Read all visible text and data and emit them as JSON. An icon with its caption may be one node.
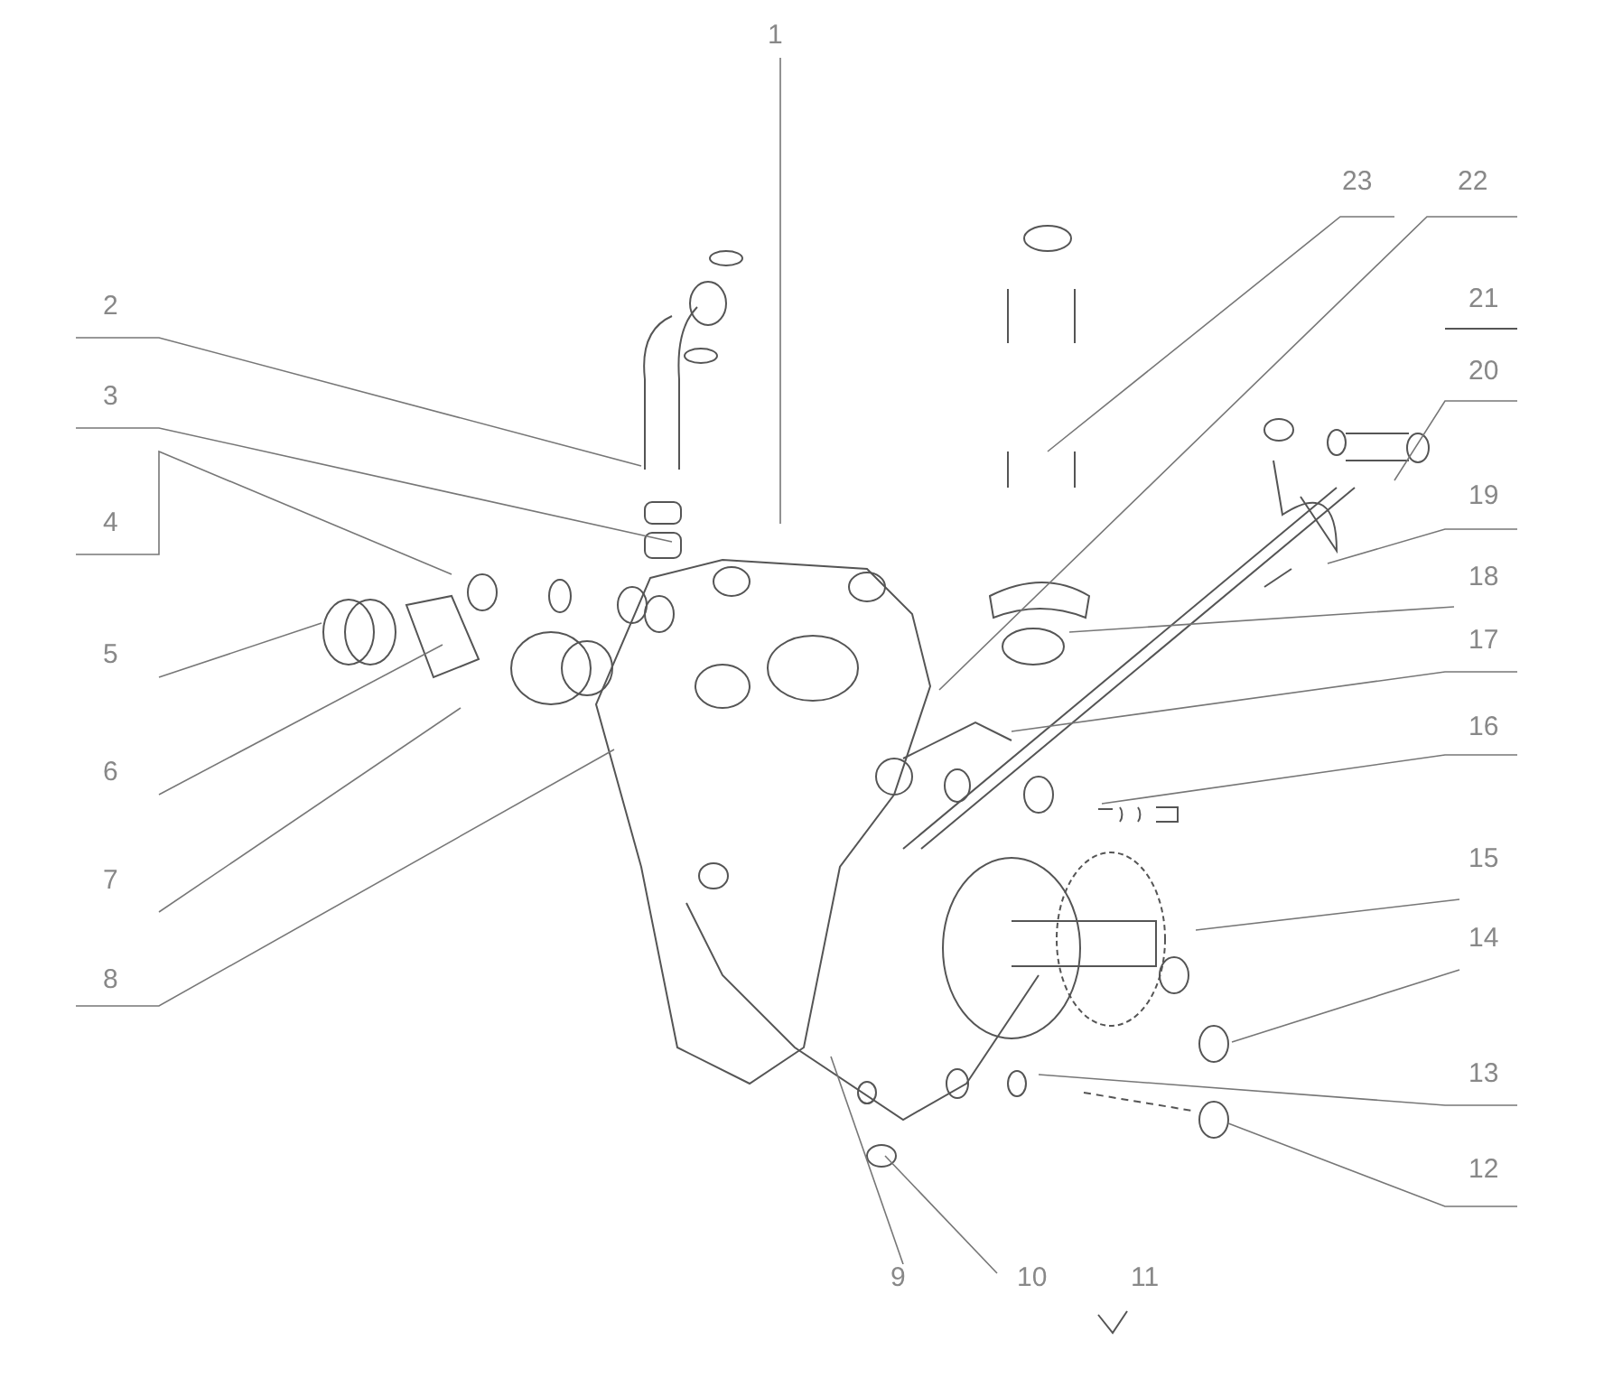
{
  "diagram": {
    "nodes": [
      {
        "text": [
          "1"
        ]
      },
      {
        "text": [
          "2"
        ]
      },
      {
        "text": [
          "3"
        ]
      },
      {
        "text": [
          "4"
        ]
      },
      {
        "text": [
          "5"
        ]
      },
      {
        "text": [
          "6"
        ]
      },
      {
        "text": [
          "7"
        ]
      },
      {
        "text": [
          "8"
        ]
      },
      {
        "text": [
          "9"
        ]
      },
      {
        "text": [
          "10"
        ]
      },
      {
        "text": [
          "12"
        ]
      },
      {
        "text": [
          "13"
        ]
      },
      {
        "text": [
          "14"
        ]
      },
      {
        "text": [
          "15"
        ]
      },
      {
        "text": [
          "16"
        ]
      },
      {
        "text": [
          "17"
        ]
      },
      {
        "text": [
          "18"
        ]
      },
      {
        "text": [
          "19"
        ]
      },
      {
        "text": [
          "20"
        ]
      },
      {
        "text": [
          "22"
        ]
      },
      {
        "text": [
          "23"
        ]
      },
      {
        "text": [
          "21"
        ]
      },
      {
        "text": [
          "11"
        ]
      }
    ],
    "edges": [
      {
        "from": 0,
        "to": null,
        "arrow": "none"
      },
      {
        "from": 1,
        "to": null,
        "arrow": "none"
      },
      {
        "from": 2,
        "to": null,
        "arrow": "none"
      },
      {
        "from": 3,
        "to": null,
        "arrow": "none"
      },
      {
        "from": 4,
        "to": null,
        "arrow": "none"
      },
      {
        "from": 5,
        "to": null,
        "arrow": "none"
      },
      {
        "from": 6,
        "to": null,
        "arrow": "none"
      },
      {
        "from": 7,
        "to": null,
        "arrow": "none"
      },
      {
        "from": 8,
        "to": null,
        "arrow": "none"
      },
      {
        "from": 9,
        "to": null,
        "arrow": "none"
      },
      {
        "from": 10,
        "to": null,
        "arrow": "none"
      },
      {
        "from": 11,
        "to": null,
        "arrow": "none"
      },
      {
        "from": 12,
        "to": null,
        "arrow": "none"
      },
      {
        "from": 13,
        "to": null,
        "arrow": "none"
      },
      {
        "from": 14,
        "to": null,
        "arrow": "none"
      },
      {
        "from": 15,
        "to": null,
        "arrow": "none"
      },
      {
        "from": 16,
        "to": null,
        "arrow": "none"
      },
      {
        "from": 17,
        "to": null,
        "arrow": "none"
      },
      {
        "from": 18,
        "to": null,
        "arrow": "none"
      },
      {
        "from": 19,
        "to": null,
        "arrow": "none"
      },
      {
        "from": 20,
        "to": null,
        "arrow": "none"
      }
    ],
    "labels": []
  }
}
